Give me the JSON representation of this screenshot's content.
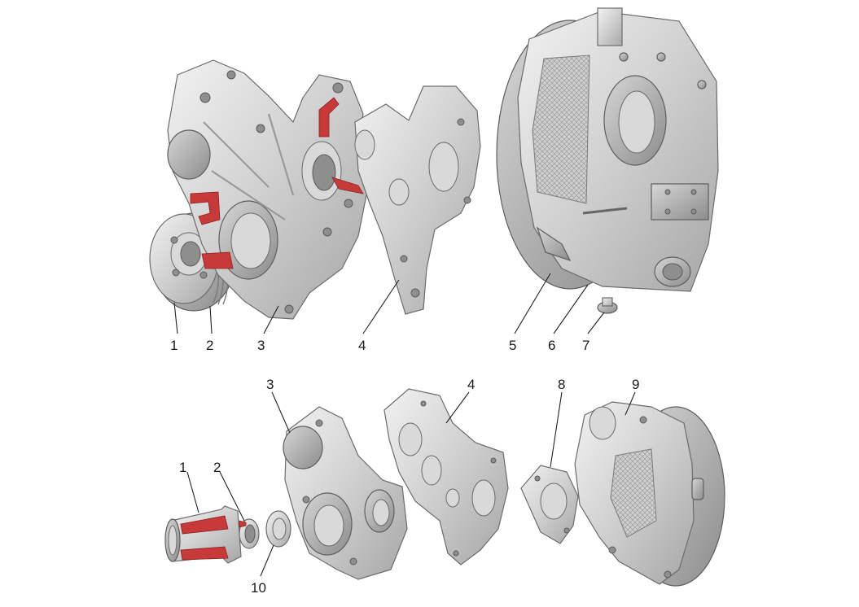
{
  "figure": {
    "upper_labels": [
      "1",
      "2",
      "3",
      "4",
      "5",
      "6",
      "7"
    ],
    "lower_labels": [
      "1",
      "2",
      "3",
      "4",
      "8",
      "9",
      "10"
    ]
  }
}
